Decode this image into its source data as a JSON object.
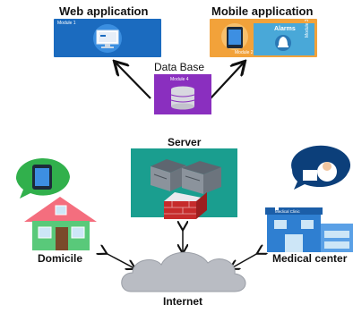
{
  "web_app": {
    "title": "Web application",
    "module": "Module 1"
  },
  "mobile_app": {
    "title": "Mobile application",
    "module2": "Module 2",
    "module3": "Module 3",
    "alarms": "Alarms"
  },
  "database": {
    "title": "Data Base",
    "module": "Module 4"
  },
  "server": {
    "title": "Server"
  },
  "domicile": {
    "title": "Domicile"
  },
  "medical": {
    "title": "Medical center",
    "sign": "Medical Clinic"
  },
  "internet": {
    "title": "Internet"
  },
  "colors": {
    "web_panel": "#1b6bbf",
    "mobile_panel": "#f2a23a",
    "alarms_panel": "#49a8d8",
    "db_panel": "#8a2fbf",
    "server_panel": "#1a9e8f",
    "house_wall": "#59c97a",
    "house_roof": "#f46e7e",
    "bubble_green": "#31b04c",
    "bubble_blue": "#0c3f7a",
    "clinic_blue": "#2f7fd1",
    "cloud": "#b9bcc3"
  }
}
